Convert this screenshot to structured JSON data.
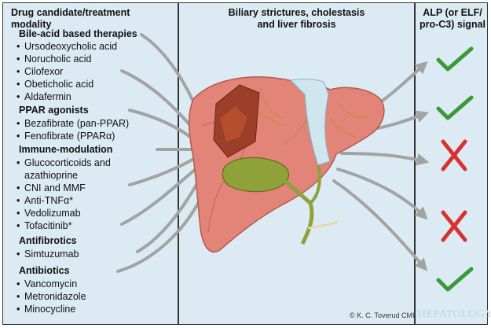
{
  "headers": {
    "col1": "Drug candidate/treatment modality",
    "col2_line1": "Biliary strictures, cholestasis",
    "col2_line2": "and liver fibrosis",
    "col3_line1": "ALP (or ELF/",
    "col3_line2": "pro-C3) signal"
  },
  "groups": [
    {
      "title": "Bile-acid based therapies",
      "items": [
        "Ursodeoxycholic acid",
        "Norucholic acid",
        "Cilofexor",
        "Obeticholic acid",
        "Aldafermin"
      ]
    },
    {
      "title": "PPAR agonists",
      "items": [
        "Bezafibrate (pan-PPAR)",
        "Fenofibrate (PPARα)"
      ]
    },
    {
      "title": "Immune-modulation",
      "items": [
        "Glucocorticoids and",
        "azathioprine",
        "CNI and MMF",
        "Anti-TNFα*",
        "Vedolizumab",
        "Tofacitinib*"
      ]
    },
    {
      "title": "Antifibrotics",
      "items": [
        "Simtuzumab"
      ]
    },
    {
      "title": "Antibiotics",
      "items": [
        "Vancomycin",
        "Metronidazole",
        "Minocycline"
      ]
    }
  ],
  "signals": [
    {
      "type": "check",
      "color": "#3a9a3a"
    },
    {
      "type": "check",
      "color": "#3a9a3a"
    },
    {
      "type": "cross",
      "color": "#d93030"
    },
    {
      "type": "cross",
      "color": "#d93030"
    },
    {
      "type": "check",
      "color": "#3a9a3a"
    }
  ],
  "credit": "© K. C. Toverud CMI",
  "journal": "HEPATOLOGY",
  "colors": {
    "panel": "#dcebf3",
    "arrow": "#a3a3a3",
    "liver": "#e28478",
    "liver_dark": "#c9635a",
    "gallbladder": "#8fa23a"
  }
}
